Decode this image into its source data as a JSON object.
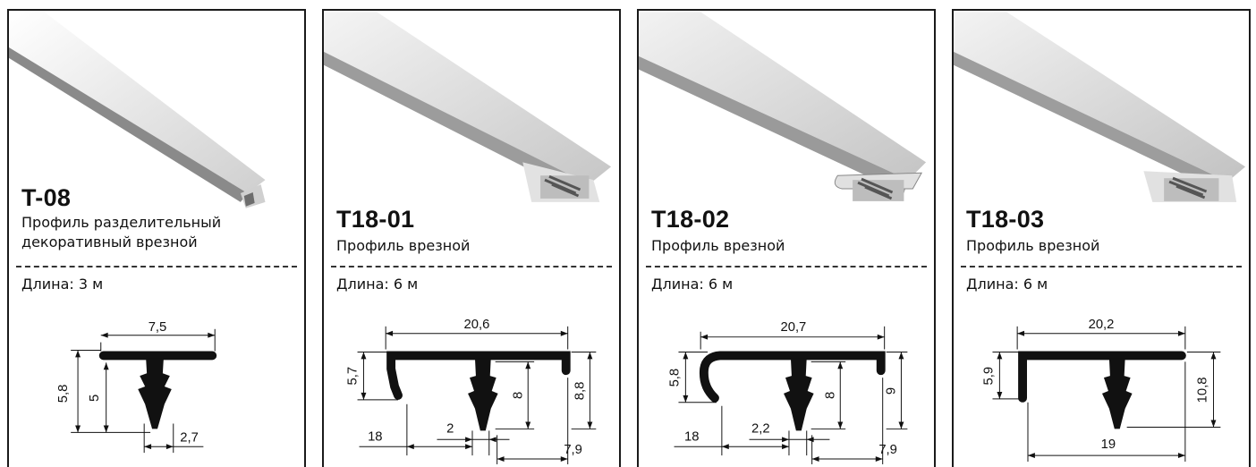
{
  "cards": [
    {
      "code": "T-08",
      "desc_line1": "Профиль разделительный",
      "desc_line2": "декоративный врезной",
      "length": "Длина: 3 м",
      "dims": {
        "width": "7,5",
        "height": "5,8",
        "inner_height": "5",
        "tip": "2,7"
      }
    },
    {
      "code": "T18-01",
      "desc_line1": "Профиль врезной",
      "length": "Длина: 6 м",
      "dims": {
        "width": "20,6",
        "left_height": "5,7",
        "stem": "8",
        "right_height": "8,8",
        "offset": "18",
        "gap": "2",
        "right_offset": "7,9"
      }
    },
    {
      "code": "T18-02",
      "desc_line1": "Профиль врезной",
      "length": "Длина: 6 м",
      "dims": {
        "width": "20,7",
        "left_height": "5,8",
        "stem": "8",
        "right_height": "9",
        "offset": "18",
        "gap": "2,2",
        "right_offset": "7,9"
      }
    },
    {
      "code": "T18-03",
      "desc_line1": "Профиль врезной",
      "length": "Длина: 6 м",
      "dims": {
        "width": "20,2",
        "left_height": "5,9",
        "right_height": "10,8",
        "bottom": "19"
      }
    }
  ]
}
